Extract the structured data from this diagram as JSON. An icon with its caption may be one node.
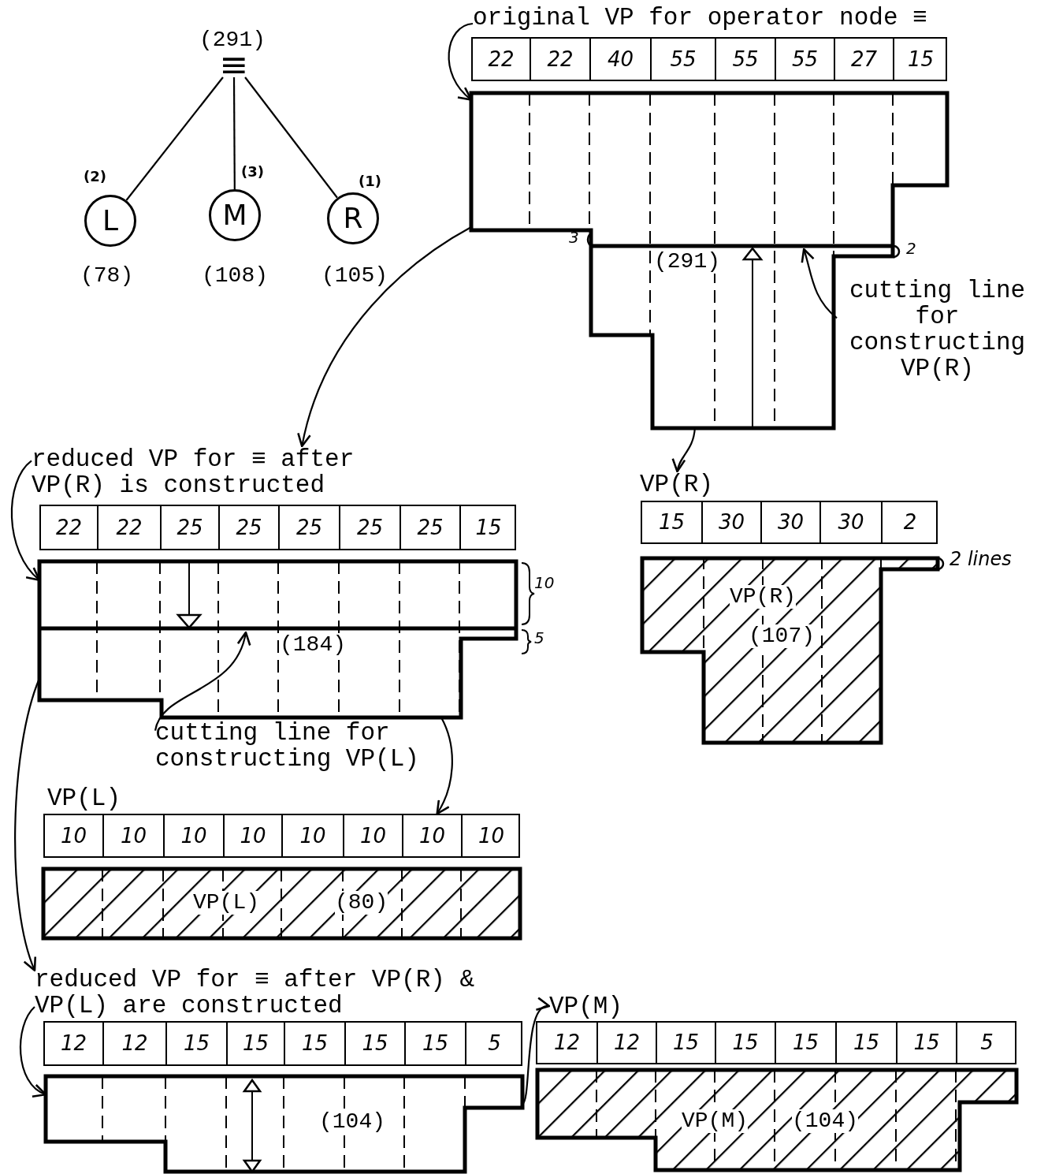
{
  "diagram": {
    "nodes": [
      {
        "text": [
          "≡"
        ],
        "beside": [
          "(291)"
        ]
      },
      {
        "text": [
          "L"
        ],
        "beside": [
          "(2)",
          "(78)"
        ]
      },
      {
        "text": [
          "M"
        ],
        "beside": [
          "(3)",
          "(108)"
        ]
      },
      {
        "text": [
          "R"
        ],
        "beside": [
          "(1)",
          "(105)"
        ]
      },
      {
        "text": [
          "original VP for operator node ≡"
        ]
      },
      {
        "text": [
          "22",
          "22",
          "40",
          "55",
          "55",
          "55",
          "27",
          "15"
        ]
      },
      {
        "text": [
          "(291)"
        ],
        "beside": [
          "3",
          "2"
        ]
      },
      {
        "text": [
          "cutting line for constructing VP(R)"
        ]
      },
      {
        "text": [
          "VP(R)"
        ]
      },
      {
        "text": [
          "15",
          "30",
          "30",
          "30",
          "2"
        ]
      },
      {
        "text": [
          "VP(R)",
          "(107)"
        ],
        "beside": [
          "2 lines"
        ]
      },
      {
        "text": [
          "reduced VP for ≡ after VP(R) is constructed"
        ]
      },
      {
        "text": [
          "22",
          "22",
          "25",
          "25",
          "25",
          "25",
          "25",
          "15"
        ]
      },
      {
        "text": [
          "(184)"
        ],
        "beside": [
          "10",
          "5"
        ]
      },
      {
        "text": [
          "cutting line for constructing VP(L)"
        ]
      },
      {
        "text": [
          "VP(L)"
        ]
      },
      {
        "text": [
          "10",
          "10",
          "10",
          "10",
          "10",
          "10",
          "10",
          "10"
        ]
      },
      {
        "text": [
          "VP(L)",
          "(80)"
        ]
      },
      {
        "text": [
          "reduced VP for ≡ after VP(R) & VP(L) are constructed"
        ]
      },
      {
        "text": [
          "12",
          "12",
          "15",
          "15",
          "15",
          "15",
          "15",
          "5"
        ]
      },
      {
        "text": [
          "(104)"
        ]
      },
      {
        "text": [
          "VP(M)"
        ]
      },
      {
        "text": [
          "12",
          "12",
          "15",
          "15",
          "15",
          "15",
          "15",
          "5"
        ]
      },
      {
        "text": [
          "VP(M)",
          "(104)"
        ]
      }
    ],
    "edges": [
      {
        "from": 0,
        "to": 1,
        "arrow": "none"
      },
      {
        "from": 0,
        "to": 2,
        "arrow": "none"
      },
      {
        "from": 0,
        "to": 3,
        "arrow": "none"
      },
      {
        "from": 4,
        "to": 6,
        "arrow": "to"
      },
      {
        "from": 6,
        "to": 11,
        "arrow": "to"
      },
      {
        "from": 7,
        "to": 6,
        "arrow": "to"
      },
      {
        "from": 6,
        "to": 8,
        "arrow": "to"
      },
      {
        "from": 11,
        "to": 13,
        "arrow": "to"
      },
      {
        "from": 13,
        "to": 16,
        "arrow": "to"
      },
      {
        "from": 14,
        "to": 13,
        "arrow": "to"
      },
      {
        "from": 13,
        "to": 18,
        "arrow": "to"
      },
      {
        "from": 18,
        "to": 20,
        "arrow": "to"
      },
      {
        "from": 20,
        "to": 21,
        "arrow": "to"
      }
    ]
  }
}
